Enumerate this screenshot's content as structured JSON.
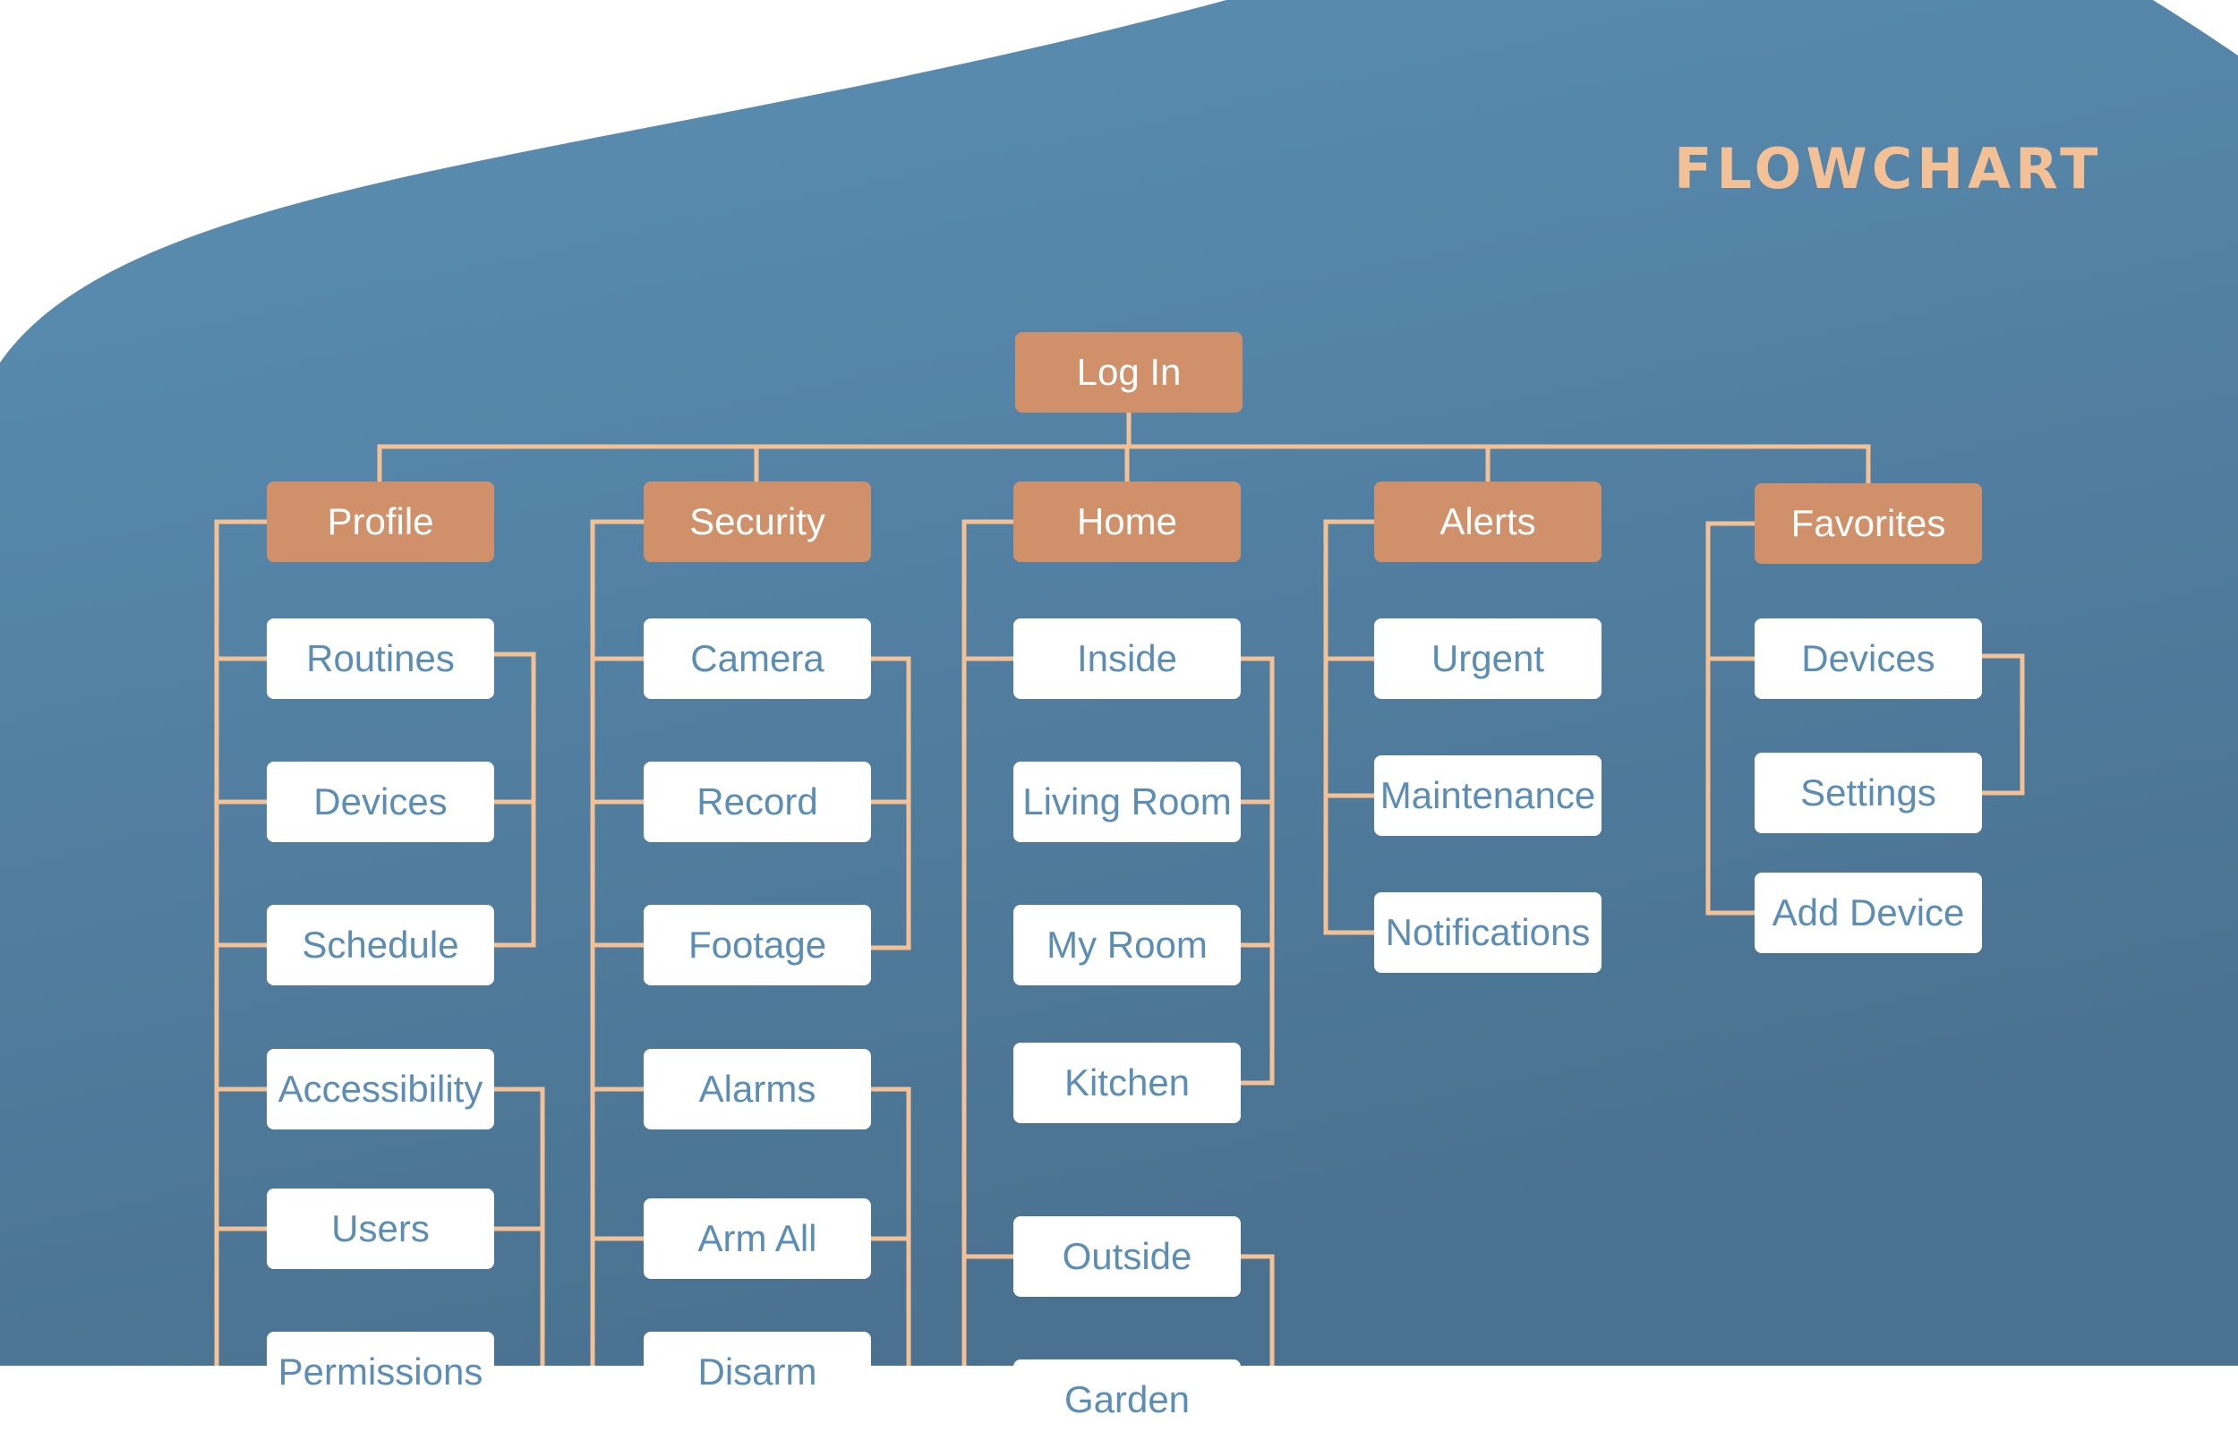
{
  "page": {
    "title": "FLOWCHART"
  },
  "colors": {
    "background": "#ffffff",
    "gradient_top": "#5b90b5",
    "gradient_bottom": "#4a7190",
    "title": "#f3c195",
    "connector": "#f3c195",
    "category_fill": "#d0916a",
    "category_text": "#ffffff",
    "item_fill": "#ffffff",
    "item_text": "#5c8db4"
  },
  "flowchart": {
    "root": "Log In",
    "columns": [
      {
        "label": "Profile",
        "items": [
          "Routines",
          "Devices",
          "Schedule",
          "Accessibility",
          "Users",
          "Permissions"
        ]
      },
      {
        "label": "Security",
        "items": [
          "Camera",
          "Record",
          "Footage",
          "Alarms",
          "Arm All",
          "Disarm"
        ]
      },
      {
        "label": "Home",
        "items": [
          "Inside",
          "Living Room",
          "My Room",
          "Kitchen",
          "Outside",
          "Garden"
        ]
      },
      {
        "label": "Alerts",
        "items": [
          "Urgent",
          "Maintenance",
          "Notifications"
        ]
      },
      {
        "label": "Favorites",
        "items": [
          "Devices",
          "Settings",
          "Add Device"
        ]
      }
    ]
  }
}
